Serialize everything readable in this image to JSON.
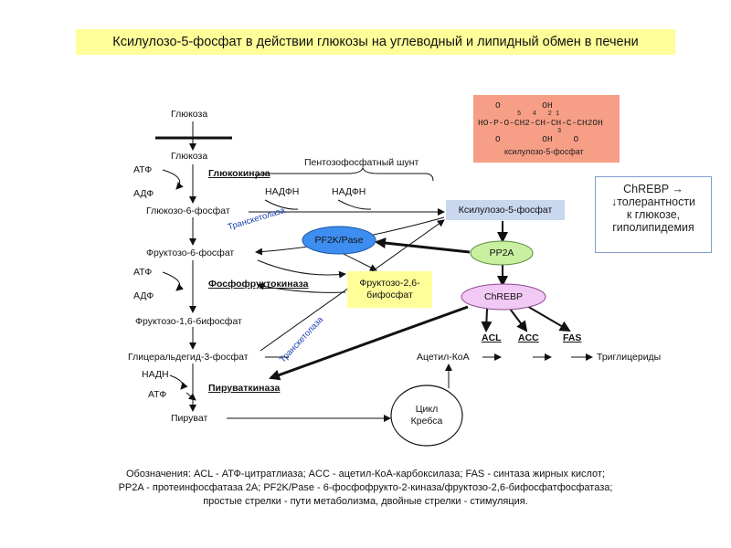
{
  "title": "Ксилулозо-5-фосфат в действии глюкозы на углеводный и липидный обмен в печени",
  "pathway": {
    "glucose_outer": "Глюкоза",
    "glucose_inner": "Глюкоза",
    "atp1": "АТФ",
    "adp1": "АДФ",
    "glucokinase": "Глюкокиназа",
    "pentose_shunt": "Пентозофосфатный шунт",
    "nadph1": "НАДФН",
    "nadph2": "НАДФН",
    "g6p": "Глюкозо-6-фосфат",
    "transketolase1": "Транскетолаза",
    "f6p": "Фруктозо-6-фосфат",
    "atp2": "АТФ",
    "pfk": "Фосфофруктокиназа",
    "adp2": "АДФ",
    "f16bp": "Фруктозо-1,6-бифосфат",
    "transketolase2": "Транскетолаза",
    "g3p": "Глицеральдегид-3-фосфат",
    "nadh": "НАДН",
    "atp3": "АТФ",
    "pyruvate_kinase": "Пируваткиназа",
    "pyruvate": "Пируват"
  },
  "nodes": {
    "xylulose": "Ксилулозо-5-фосфат",
    "pf2k": "PF2K/Pase",
    "pp2a": "PP2A",
    "chrebp": "ChREBP",
    "f26bp_line1": "Фруктозо-2,6-",
    "f26bp_line2": "бифосфат",
    "krebs_line1": "Цикл",
    "krebs_line2": "Кребса"
  },
  "lipid": {
    "acl": "ACL",
    "acc": "ACC",
    "fas": "FAS",
    "acetyl_coa": "Ацетил-КоА",
    "triglycerides": "Триглицериды"
  },
  "formula": {
    "row1": "O        OH",
    "nums": "5   4   2 1",
    "row2": "HO-P-O-CH2-CH-CH-C-CH2OH",
    "num3": "3",
    "row3": "O        OH    O",
    "caption": "ксилулозо-5-фосфат"
  },
  "effect_box": {
    "line1": "ChREBP →",
    "line2": "↓толерантности",
    "line3": "к глюкозе,",
    "line4": "гиполипидемия"
  },
  "legend": {
    "line1": "Обозначения: ACL - АТФ-цитратлиаза; ACC - ацетил-КоА-карбоксилаза; FAS - синтаза жирных кислот;",
    "line2": "PP2A - протеинфосфатаза 2A; PF2K/Pase - 6-фосфофрукто-2-киназа/фруктозо-2,6-бифосфатфосфатаза;",
    "line3": "простые стрелки - пути метаболизма, двойные стрелки - стимуляция."
  },
  "colors": {
    "title_bg": "#ffff99",
    "pf2k_fill": "#3d8ef0",
    "pp2a_fill": "#c8f0a0",
    "chrebp_fill": "#f2c8f4",
    "f26bp_fill": "#ffff99",
    "xylulose_fill": "#c9d7ef",
    "formula_bg": "#f79e86",
    "cross_mark": "#e02020"
  }
}
